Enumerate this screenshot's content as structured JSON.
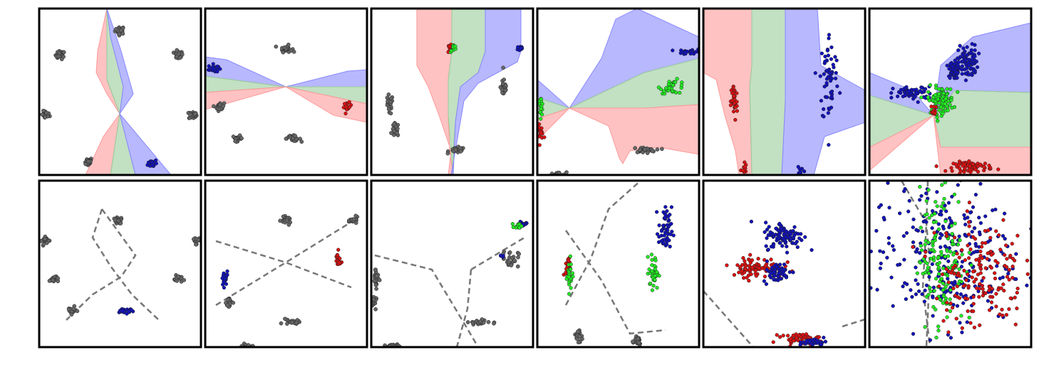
{
  "colors": {
    "red": "#dd1111",
    "green": "#22ee22",
    "blue": "#1111bb",
    "gray": "#666666",
    "red_region": "#ff9999",
    "green_region": "#99cc99",
    "blue_region": "#8888ff",
    "dashed_boundary": "#777777",
    "frame": "#000000"
  },
  "chart_data": [
    {
      "type": "scatter",
      "grid": false,
      "clusters": [
        {
          "class": "gray",
          "center": [
            0.5,
            0.87
          ],
          "spread": [
            0.015,
            0.012
          ],
          "count": 25
        },
        {
          "class": "gray",
          "center": [
            0.13,
            0.72
          ],
          "spread": [
            0.014,
            0.012
          ],
          "count": 25
        },
        {
          "class": "gray",
          "center": [
            0.86,
            0.72
          ],
          "spread": [
            0.014,
            0.012
          ],
          "count": 25
        },
        {
          "class": "gray",
          "center": [
            0.04,
            0.36
          ],
          "spread": [
            0.012,
            0.012
          ],
          "count": 25
        },
        {
          "class": "gray",
          "center": [
            0.95,
            0.36
          ],
          "spread": [
            0.012,
            0.012
          ],
          "count": 25
        },
        {
          "class": "gray",
          "center": [
            0.3,
            0.08
          ],
          "spread": [
            0.014,
            0.012
          ],
          "count": 25
        },
        {
          "class": "blue",
          "center": [
            0.7,
            0.07
          ],
          "spread": [
            0.014,
            0.012
          ],
          "count": 25
        }
      ]
    },
    {
      "type": "scatter",
      "grid": false,
      "clusters": [
        {
          "class": "gray",
          "center": [
            0.5,
            0.76
          ],
          "spread": [
            0.018,
            0.01
          ],
          "count": 25
        },
        {
          "class": "blue",
          "center": [
            0.05,
            0.64
          ],
          "spread": [
            0.015,
            0.012
          ],
          "count": 25
        },
        {
          "class": "gray",
          "center": [
            0.09,
            0.41
          ],
          "spread": [
            0.013,
            0.012
          ],
          "count": 25
        },
        {
          "class": "red",
          "center": [
            0.88,
            0.41
          ],
          "spread": [
            0.012,
            0.012
          ],
          "count": 15
        },
        {
          "class": "gray",
          "center": [
            0.2,
            0.22
          ],
          "spread": [
            0.015,
            0.008
          ],
          "count": 25
        },
        {
          "class": "gray",
          "center": [
            0.54,
            0.22
          ],
          "spread": [
            0.025,
            0.008
          ],
          "count": 25
        }
      ]
    },
    {
      "type": "scatter",
      "grid": false,
      "clusters": [
        {
          "class": "red",
          "center": [
            0.49,
            0.76
          ],
          "spread": [
            0.01,
            0.012
          ],
          "count": 10
        },
        {
          "class": "green",
          "center": [
            0.51,
            0.76
          ],
          "spread": [
            0.01,
            0.012
          ],
          "count": 10
        },
        {
          "class": "blue",
          "center": [
            0.92,
            0.76
          ],
          "spread": [
            0.01,
            0.01
          ],
          "count": 12
        },
        {
          "class": "gray",
          "center": [
            0.82,
            0.53
          ],
          "spread": [
            0.01,
            0.035
          ],
          "count": 25
        },
        {
          "class": "gray",
          "center": [
            0.11,
            0.42
          ],
          "spread": [
            0.012,
            0.03
          ],
          "count": 25
        },
        {
          "class": "gray",
          "center": [
            0.15,
            0.27
          ],
          "spread": [
            0.01,
            0.02
          ],
          "count": 25
        },
        {
          "class": "gray",
          "center": [
            0.53,
            0.15
          ],
          "spread": [
            0.025,
            0.008
          ],
          "count": 25
        }
      ]
    },
    {
      "type": "scatter",
      "grid": false,
      "clusters": [
        {
          "class": "blue",
          "center": [
            0.95,
            0.74
          ],
          "spread": [
            0.04,
            0.008
          ],
          "count": 30
        },
        {
          "class": "green",
          "center": [
            0.84,
            0.53
          ],
          "spread": [
            0.04,
            0.02
          ],
          "count": 30
        },
        {
          "class": "green",
          "center": [
            0.02,
            0.41
          ],
          "spread": [
            0.008,
            0.03
          ],
          "count": 15
        },
        {
          "class": "red",
          "center": [
            0.02,
            0.26
          ],
          "spread": [
            0.01,
            0.02
          ],
          "count": 15
        },
        {
          "class": "gray",
          "center": [
            0.66,
            0.15
          ],
          "spread": [
            0.035,
            0.008
          ],
          "count": 30
        },
        {
          "class": "gray",
          "center": [
            0.12,
            0.0
          ],
          "spread": [
            0.03,
            0.008
          ],
          "count": 20
        }
      ]
    },
    {
      "type": "scatter",
      "grid": false,
      "clusters": [
        {
          "class": "red",
          "center": [
            0.19,
            0.44
          ],
          "spread": [
            0.01,
            0.06
          ],
          "count": 40
        },
        {
          "class": "blue",
          "center": [
            0.78,
            0.58
          ],
          "spread": [
            0.03,
            0.14
          ],
          "count": 60
        },
        {
          "class": "red",
          "center": [
            0.25,
            0.04
          ],
          "spread": [
            0.008,
            0.02
          ],
          "count": 10
        },
        {
          "class": "blue",
          "center": [
            0.6,
            0.02
          ],
          "spread": [
            0.01,
            0.02
          ],
          "count": 12
        }
      ]
    },
    {
      "type": "scatter",
      "grid": false,
      "clusters": [
        {
          "class": "blue",
          "center": [
            0.52,
            0.63
          ],
          "spread": [
            0.015,
            0.025
          ],
          "count": 80
        },
        {
          "class": "blue",
          "center": [
            0.61,
            0.68
          ],
          "spread": [
            0.03,
            0.05
          ],
          "count": 80
        },
        {
          "class": "blue",
          "center": [
            0.27,
            0.49
          ],
          "spread": [
            0.06,
            0.02
          ],
          "count": 60
        },
        {
          "class": "green",
          "center": [
            0.44,
            0.45
          ],
          "spread": [
            0.04,
            0.04
          ],
          "count": 100
        },
        {
          "class": "red",
          "center": [
            0.4,
            0.38
          ],
          "spread": [
            0.01,
            0.02
          ],
          "count": 10
        },
        {
          "class": "red",
          "center": [
            0.64,
            0.05
          ],
          "spread": [
            0.06,
            0.015
          ],
          "count": 70
        }
      ]
    },
    {
      "type": "scatter",
      "grid": false,
      "clusters": [
        {
          "class": "gray",
          "center": [
            0.49,
            0.76
          ],
          "spread": [
            0.015,
            0.01
          ],
          "count": 20
        },
        {
          "class": "gray",
          "center": [
            0.04,
            0.64
          ],
          "spread": [
            0.012,
            0.01
          ],
          "count": 20
        },
        {
          "class": "gray",
          "center": [
            0.97,
            0.64
          ],
          "spread": [
            0.012,
            0.01
          ],
          "count": 20
        },
        {
          "class": "gray",
          "center": [
            0.09,
            0.41
          ],
          "spread": [
            0.013,
            0.01
          ],
          "count": 20
        },
        {
          "class": "gray",
          "center": [
            0.86,
            0.41
          ],
          "spread": [
            0.013,
            0.01
          ],
          "count": 20
        },
        {
          "class": "gray",
          "center": [
            0.2,
            0.22
          ],
          "spread": [
            0.015,
            0.01
          ],
          "count": 20
        },
        {
          "class": "blue",
          "center": [
            0.53,
            0.22
          ],
          "spread": [
            0.03,
            0.008
          ],
          "count": 25
        }
      ]
    },
    {
      "type": "scatter",
      "grid": false,
      "clusters": [
        {
          "class": "gray",
          "center": [
            0.5,
            0.76
          ],
          "spread": [
            0.015,
            0.01
          ],
          "count": 20
        },
        {
          "class": "gray",
          "center": [
            0.92,
            0.76
          ],
          "spread": [
            0.012,
            0.01
          ],
          "count": 20
        },
        {
          "class": "blue",
          "center": [
            0.12,
            0.41
          ],
          "spread": [
            0.01,
            0.025
          ],
          "count": 25
        },
        {
          "class": "red",
          "center": [
            0.82,
            0.52
          ],
          "spread": [
            0.008,
            0.025
          ],
          "count": 20
        },
        {
          "class": "gray",
          "center": [
            0.15,
            0.27
          ],
          "spread": [
            0.01,
            0.02
          ],
          "count": 20
        },
        {
          "class": "gray",
          "center": [
            0.53,
            0.15
          ],
          "spread": [
            0.025,
            0.008
          ],
          "count": 20
        },
        {
          "class": "gray",
          "center": [
            0.25,
            0.0
          ],
          "spread": [
            0.02,
            0.008
          ],
          "count": 15
        }
      ]
    },
    {
      "type": "scatter",
      "grid": false,
      "clusters": [
        {
          "class": "blue",
          "center": [
            0.94,
            0.74
          ],
          "spread": [
            0.015,
            0.008
          ],
          "count": 15
        },
        {
          "class": "green",
          "center": [
            0.91,
            0.73
          ],
          "spread": [
            0.012,
            0.008
          ],
          "count": 15
        },
        {
          "class": "gray",
          "center": [
            0.86,
            0.53
          ],
          "spread": [
            0.025,
            0.025
          ],
          "count": 25
        },
        {
          "class": "blue",
          "center": [
            0.81,
            0.55
          ],
          "spread": [
            0.008,
            0.008
          ],
          "count": 4
        },
        {
          "class": "gray",
          "center": [
            0.03,
            0.42
          ],
          "spread": [
            0.01,
            0.03
          ],
          "count": 25
        },
        {
          "class": "gray",
          "center": [
            0.01,
            0.27
          ],
          "spread": [
            0.01,
            0.02
          ],
          "count": 20
        },
        {
          "class": "gray",
          "center": [
            0.66,
            0.15
          ],
          "spread": [
            0.035,
            0.008
          ],
          "count": 25
        },
        {
          "class": "gray",
          "center": [
            0.12,
            0.0
          ],
          "spread": [
            0.03,
            0.008
          ],
          "count": 20
        }
      ]
    },
    {
      "type": "scatter",
      "grid": false,
      "clusters": [
        {
          "class": "blue",
          "center": [
            0.79,
            0.7
          ],
          "spread": [
            0.02,
            0.07
          ],
          "count": 50
        },
        {
          "class": "green",
          "center": [
            0.72,
            0.45
          ],
          "spread": [
            0.015,
            0.05
          ],
          "count": 40
        },
        {
          "class": "red",
          "center": [
            0.19,
            0.48
          ],
          "spread": [
            0.008,
            0.03
          ],
          "count": 20
        },
        {
          "class": "green",
          "center": [
            0.2,
            0.44
          ],
          "spread": [
            0.01,
            0.05
          ],
          "count": 25
        },
        {
          "class": "gray",
          "center": [
            0.26,
            0.06
          ],
          "spread": [
            0.01,
            0.03
          ],
          "count": 20
        },
        {
          "class": "gray",
          "center": [
            0.61,
            0.04
          ],
          "spread": [
            0.02,
            0.02
          ],
          "count": 20
        }
      ]
    },
    {
      "type": "scatter",
      "grid": false,
      "clusters": [
        {
          "class": "blue",
          "center": [
            0.5,
            0.67
          ],
          "spread": [
            0.06,
            0.04
          ],
          "count": 100
        },
        {
          "class": "red",
          "center": [
            0.33,
            0.48
          ],
          "spread": [
            0.08,
            0.03
          ],
          "count": 80
        },
        {
          "class": "blue",
          "center": [
            0.45,
            0.45
          ],
          "spread": [
            0.04,
            0.03
          ],
          "count": 60
        },
        {
          "class": "red",
          "center": [
            0.6,
            0.05
          ],
          "spread": [
            0.06,
            0.015
          ],
          "count": 50
        },
        {
          "class": "blue",
          "center": [
            0.68,
            0.03
          ],
          "spread": [
            0.04,
            0.01
          ],
          "count": 40
        }
      ]
    },
    {
      "type": "scatter",
      "grid": false,
      "clusters": [
        {
          "class": "blue",
          "center": [
            0.45,
            0.55
          ],
          "spread": [
            0.22,
            0.22
          ],
          "count": 280
        },
        {
          "class": "green",
          "center": [
            0.45,
            0.55
          ],
          "spread": [
            0.07,
            0.22
          ],
          "count": 150
        },
        {
          "class": "red",
          "center": [
            0.68,
            0.45
          ],
          "spread": [
            0.14,
            0.17
          ],
          "count": 170
        }
      ]
    }
  ]
}
